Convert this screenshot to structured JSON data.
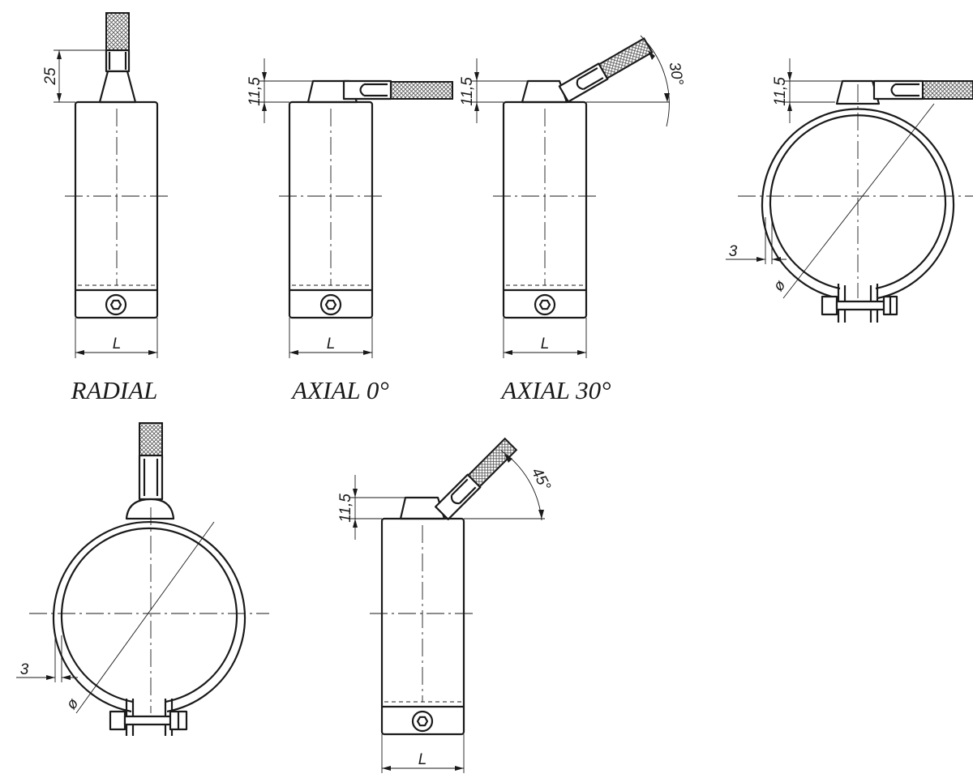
{
  "views": {
    "radial": {
      "caption": "RADIAL",
      "dim_height": "25",
      "dim_length": "L"
    },
    "axial0": {
      "caption": "AXIAL 0°",
      "dim_height": "11,5",
      "dim_length": "L"
    },
    "axial30": {
      "caption": "AXIAL 30°",
      "dim_height": "11,5",
      "dim_angle": "30°",
      "dim_length": "L"
    },
    "clamp_axial": {
      "dim_height": "11,5",
      "dim_gap": "3",
      "dim_diameter": "ø"
    },
    "clamp_radial": {
      "dim_gap": "3",
      "dim_diameter": "ø"
    },
    "axial45": {
      "dim_height": "11,5",
      "dim_angle": "45°",
      "dim_length": "L"
    }
  }
}
